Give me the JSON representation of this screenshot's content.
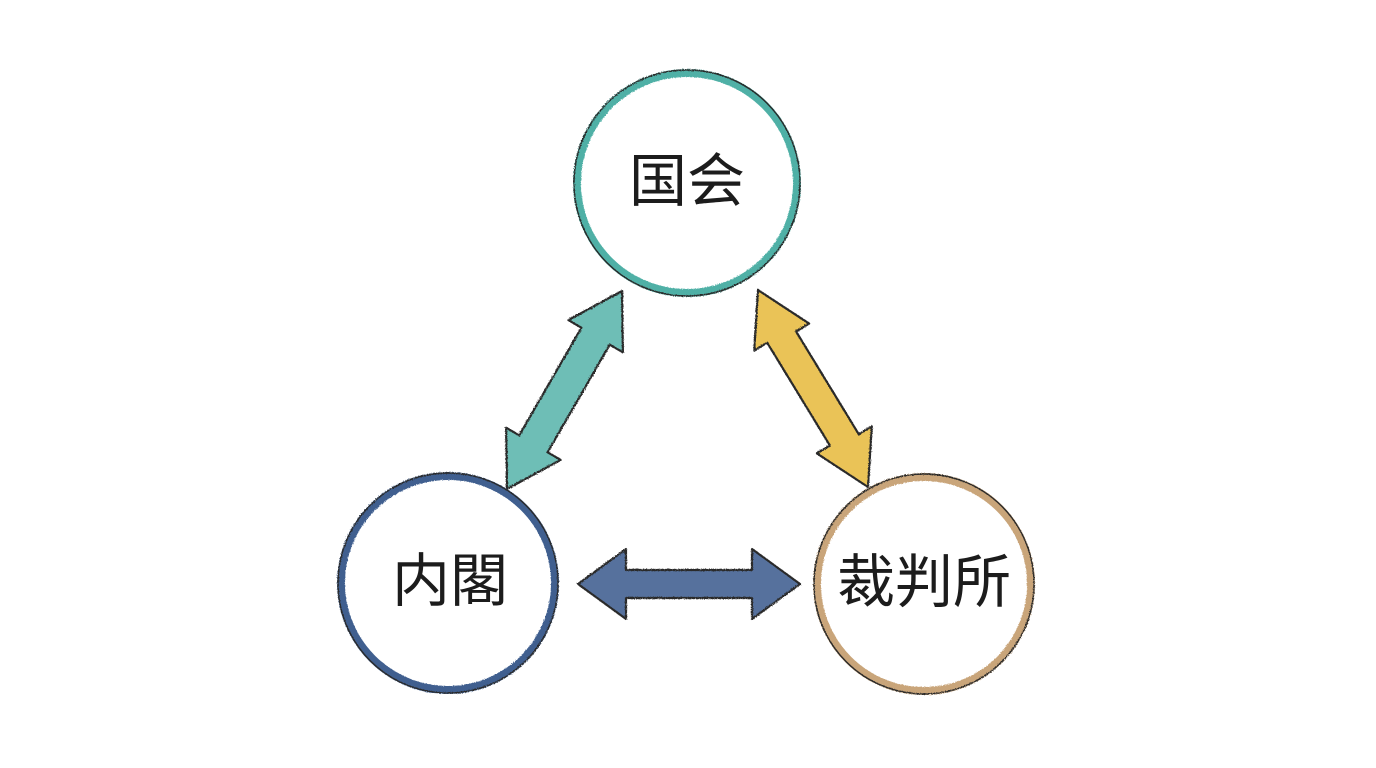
{
  "nodes": {
    "diet": {
      "label": "国会",
      "color": "#4fb0a6"
    },
    "cabinet": {
      "label": "内閣",
      "color": "#3f5f8f"
    },
    "courts": {
      "label": "裁判所",
      "color": "#c9a57a"
    }
  },
  "arrows": {
    "diet_cabinet": {
      "color": "#4fb0a6",
      "bidirectional": true
    },
    "diet_courts": {
      "color": "#e6b93a",
      "bidirectional": true
    },
    "cabinet_courts": {
      "color": "#3f5f8f",
      "bidirectional": true
    }
  }
}
